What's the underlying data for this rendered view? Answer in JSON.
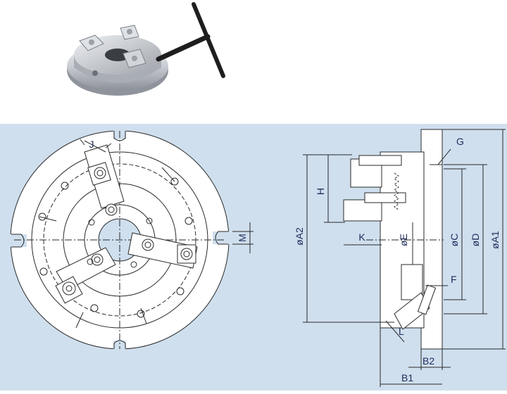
{
  "photo": {
    "subject": "three-jaw lathe chuck with T-handle key",
    "icon": "chuck-photo"
  },
  "colors": {
    "drawing_background": "#cfdfee",
    "line": "#2a2a2a",
    "dimension_text": "#1f2a5a",
    "part_fill": "#ffffff"
  },
  "front_view": {
    "dimension_labels": {
      "jaw_width": "J",
      "slot_width": "M"
    }
  },
  "side_view": {
    "dimension_labels": {
      "key_offset": "G",
      "jaw_height": "H",
      "overall_dia": "øA2",
      "jaw_reach": "K",
      "bore_dia": "øE",
      "pilot_dia": "øC",
      "bolt_circle_dia": "øD",
      "body_dia": "øA1",
      "flange_thickness": "F",
      "screw_length": "L",
      "body_height": "B2",
      "overall_height": "B1"
    }
  }
}
